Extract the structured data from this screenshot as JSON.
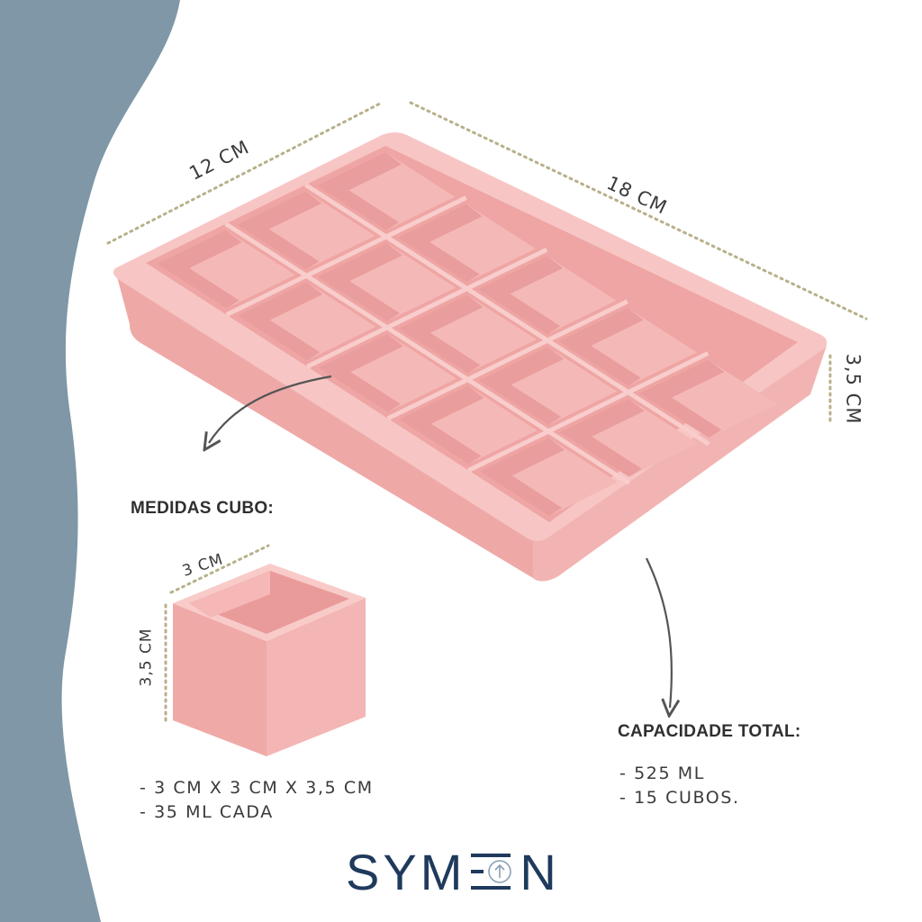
{
  "colors": {
    "side_band": "#7f97a6",
    "silicone": "#f4b9b7",
    "silicone_dark": "#e99d9c",
    "silicone_light": "#f8cdcb",
    "text": "#3a3a3a",
    "logo": "#1f3a5c",
    "dots": "#b8b08a"
  },
  "tray": {
    "width_label": "12 CM",
    "length_label": "18 CM",
    "height_label": "3,5 CM"
  },
  "cube": {
    "heading": "MEDIDAS CUBO:",
    "width_label": "3 CM",
    "height_label": "3,5 CM",
    "specs": [
      "- 3 CM X 3 CM X 3,5 CM",
      "- 35 ML CADA"
    ]
  },
  "capacity": {
    "heading": "CAPACIDADE TOTAL:",
    "specs": [
      "- 525 ML",
      "- 15 CUBOS."
    ]
  },
  "brand": {
    "left": "SYM",
    "right": "N",
    "icon": "arrow-up-circle-icon"
  }
}
